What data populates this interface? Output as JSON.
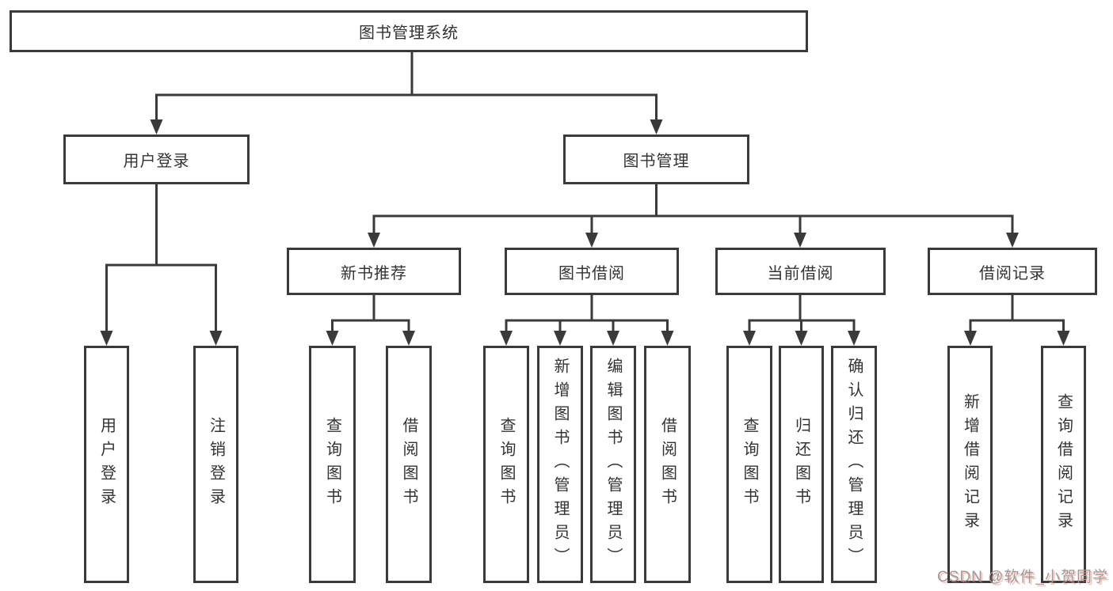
{
  "title": "图书管理系统",
  "watermark": {
    "text": "CSDN @软件_小贺同学"
  },
  "colors": {
    "line": "#3a3a3a",
    "border": "#3a3a3a",
    "text": "#333333",
    "background": "#ffffff",
    "watermark_gray": "#9b9b9b",
    "watermark_accent": "#fc5a46"
  },
  "tree": {
    "label": "图书管理系统",
    "children": [
      {
        "label": "用户登录",
        "children": [
          {
            "label": "用户登录"
          },
          {
            "label": "注销登录"
          }
        ]
      },
      {
        "label": "图书管理",
        "children": [
          {
            "label": "新书推荐",
            "children": [
              {
                "label": "查询图书"
              },
              {
                "label": "借阅图书"
              }
            ]
          },
          {
            "label": "图书借阅",
            "children": [
              {
                "label": "查询图书"
              },
              {
                "label": "新增图书（管理员）"
              },
              {
                "label": "编辑图书（管理员）"
              },
              {
                "label": "借阅图书"
              }
            ]
          },
          {
            "label": "当前借阅",
            "children": [
              {
                "label": "查询图书"
              },
              {
                "label": "归还图书"
              },
              {
                "label": "确认归还（管理员）"
              }
            ]
          },
          {
            "label": "借阅记录",
            "children": [
              {
                "label": "新增借阅记录"
              },
              {
                "label": "查询借阅记录"
              }
            ]
          }
        ]
      }
    ]
  }
}
